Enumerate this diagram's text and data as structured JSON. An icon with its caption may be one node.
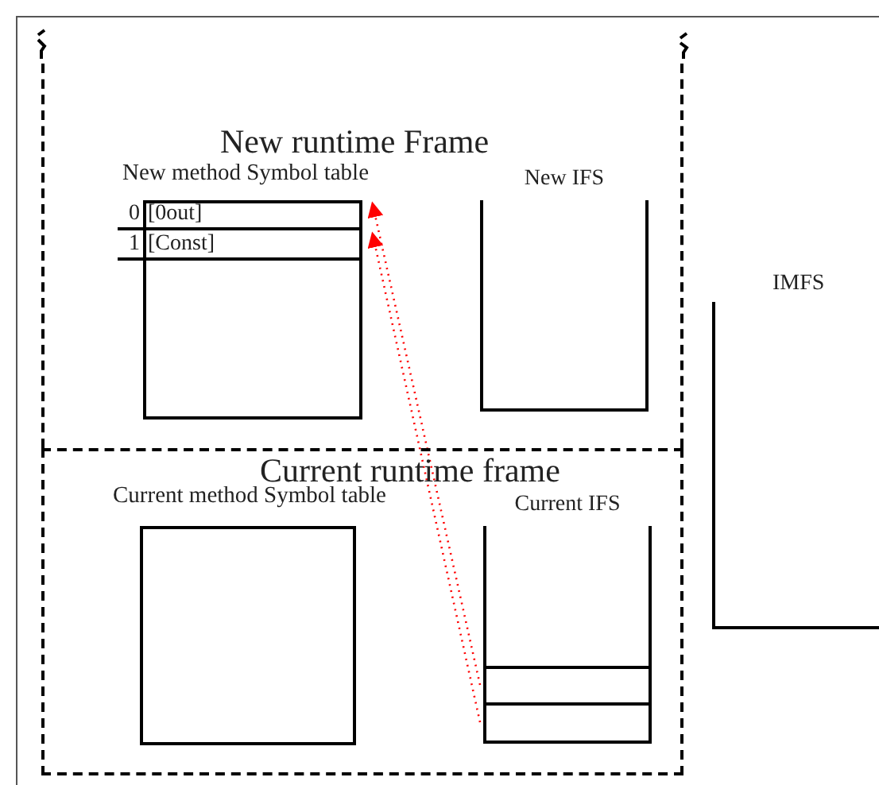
{
  "diagram": {
    "nodes": [
      {
        "text": [
          "New runtime Frame"
        ]
      },
      {
        "text": [
          "New method Symbol table"
        ],
        "in": 0
      },
      {
        "text": [
          "0",
          "[0out]"
        ],
        "in": 1
      },
      {
        "text": [
          "1",
          "[Const]"
        ],
        "in": 1
      },
      {
        "text": [
          "New IFS"
        ],
        "in": 0
      },
      {
        "text": [
          "Current runtime frame"
        ]
      },
      {
        "text": [
          "Current method Symbol table"
        ],
        "in": 5
      },
      {
        "text": [
          "Current IFS"
        ],
        "in": 5
      },
      {
        "text": [],
        "shape": "box",
        "in": 7
      },
      {
        "text": [],
        "shape": "box",
        "in": 7
      },
      {
        "text": [
          "IMFS"
        ]
      }
    ],
    "edges": [
      {
        "from": 8,
        "to": 2,
        "arrow": "to",
        "style": "dashed",
        "color": "#ff0000"
      },
      {
        "from": 9,
        "to": 3,
        "arrow": "to",
        "style": "dashed",
        "color": "#ff0000"
      }
    ]
  }
}
